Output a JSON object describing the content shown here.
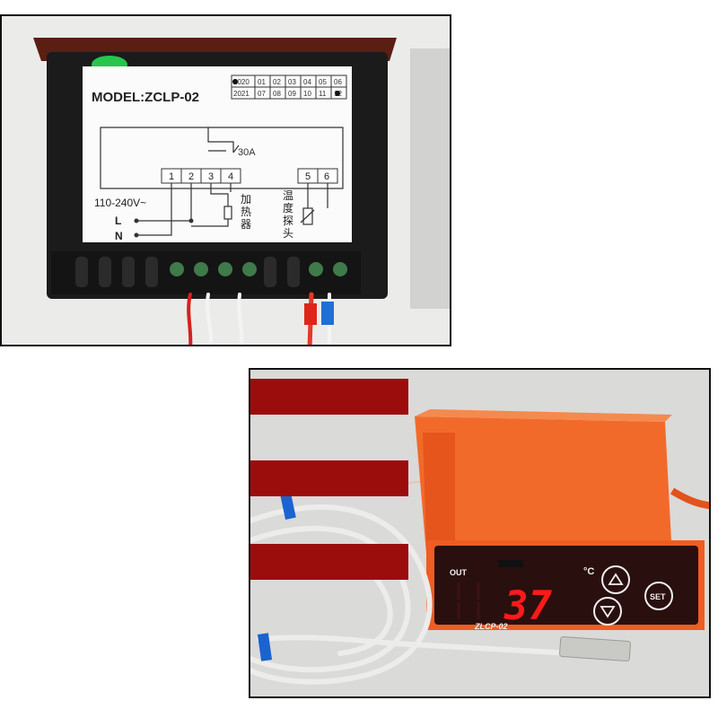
{
  "top_photo": {
    "model_label": "MODEL:ZCLP-02",
    "date_row_1": [
      "2020",
      "01",
      "02",
      "03",
      "04",
      "05",
      "06"
    ],
    "date_row_2": [
      "2021",
      "07",
      "08",
      "09",
      "10",
      "11",
      "12"
    ],
    "relay_rating": "30A",
    "voltage_label": "110-240V~",
    "line_label": "L",
    "neutral_label": "N",
    "terminals": [
      "1",
      "2",
      "3",
      "4",
      "5",
      "6"
    ],
    "heater_label": [
      "加",
      "热",
      "器"
    ],
    "probe_label": [
      "温",
      "度",
      "探",
      "头"
    ]
  },
  "bottom_photo": {
    "out_label": "OUT",
    "temperature_reading": "37",
    "unit_label": "°C",
    "set_button_label": "SET",
    "model_label": "ZLCP-02",
    "colors": {
      "body": "#f05a22",
      "panel": "#2a0f0f",
      "led": "#ff1a1a",
      "redaction": "#9b0d0d"
    }
  }
}
